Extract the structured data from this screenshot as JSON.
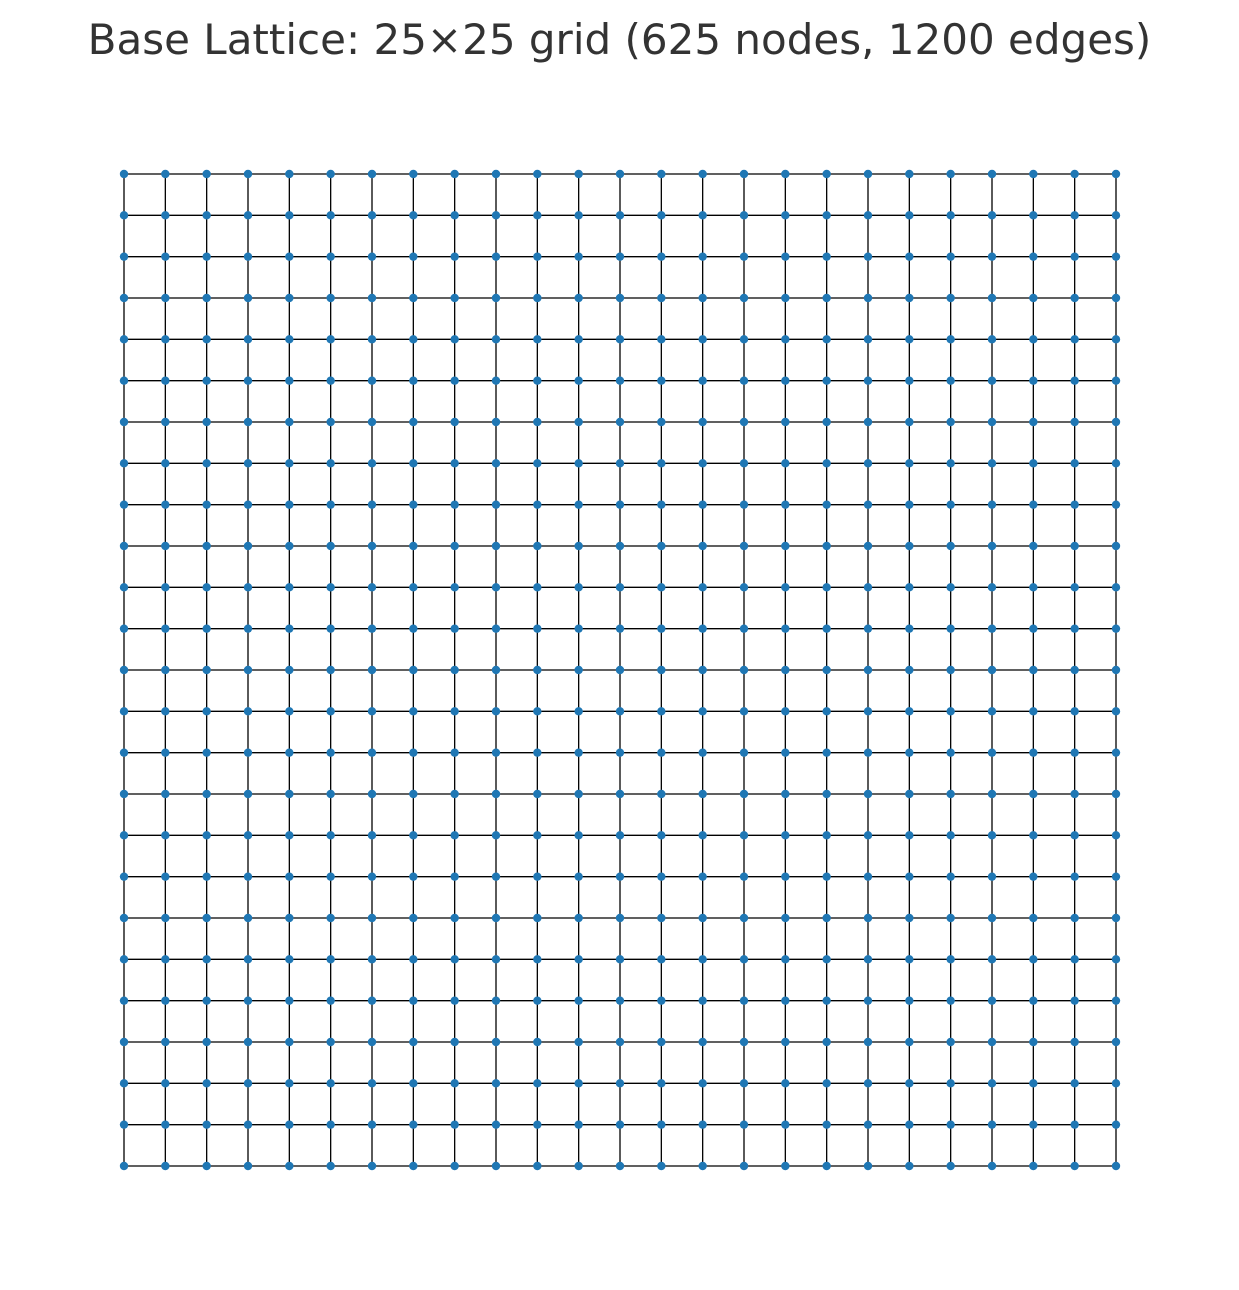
{
  "title": "Base Lattice: 25×25 grid (625 nodes, 1200 edges)",
  "lattice": {
    "rows": 25,
    "cols": 25,
    "node_count": 625,
    "edge_count": 1200,
    "node_color": "#1f77b4",
    "edge_color": "#000000"
  }
}
